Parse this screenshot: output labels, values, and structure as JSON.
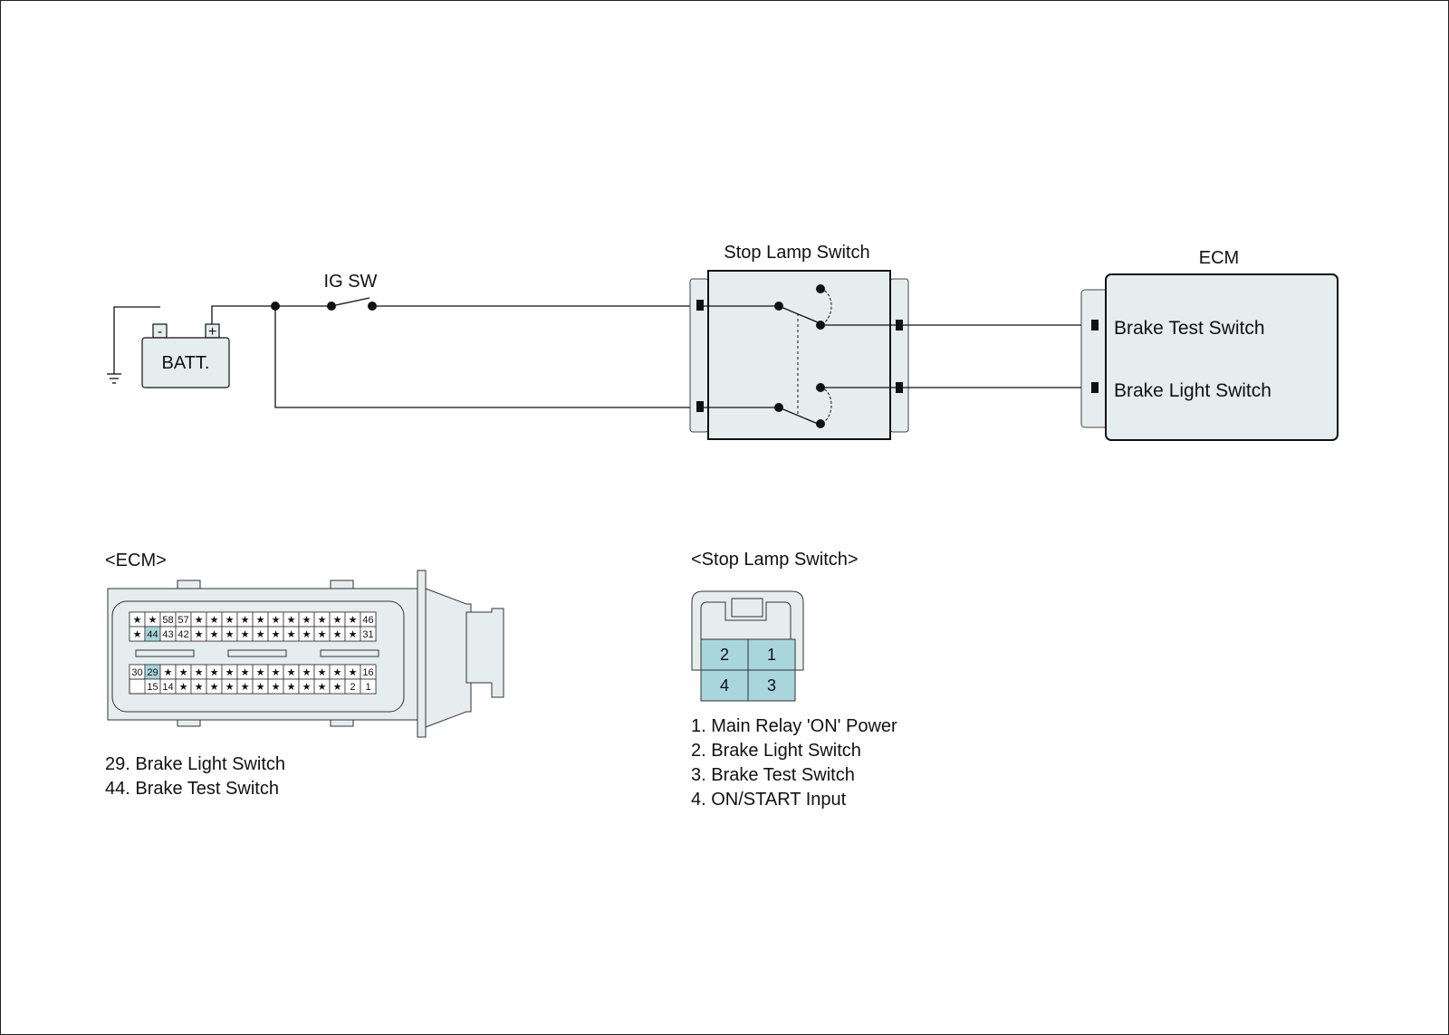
{
  "schematic": {
    "battery": {
      "label": "BATT.",
      "neg": "-",
      "pos": "+"
    },
    "ig_switch": {
      "label": "IG SW"
    },
    "stop_lamp_switch": {
      "title": "Stop Lamp Switch"
    },
    "ecm": {
      "title": "ECM",
      "input_1": "Brake Test Switch",
      "input_2": "Brake Light Switch"
    }
  },
  "ecm_connector": {
    "title": "<ECM>",
    "row1": [
      "★",
      "★",
      "58",
      "57",
      "★",
      "★",
      "★",
      "★",
      "★",
      "★",
      "★",
      "★",
      "★",
      "★",
      "★",
      "46"
    ],
    "row2": [
      "★",
      "44",
      "43",
      "42",
      "★",
      "★",
      "★",
      "★",
      "★",
      "★",
      "★",
      "★",
      "★",
      "★",
      "★",
      "31"
    ],
    "row3": [
      "30",
      "29",
      "★",
      "★",
      "★",
      "★",
      "★",
      "★",
      "★",
      "★",
      "★",
      "★",
      "★",
      "★",
      "★",
      "16"
    ],
    "row4": [
      "15",
      "14",
      "★",
      "★",
      "★",
      "★",
      "★",
      "★",
      "★",
      "★",
      "★",
      "★",
      "★",
      "2",
      "1"
    ],
    "highlighted": [
      "44",
      "29"
    ],
    "highlight_color": "#a9d5dc",
    "legend": [
      "29. Brake Light Switch",
      "44. Brake Test Switch"
    ]
  },
  "stop_lamp_connector": {
    "title": "<Stop Lamp Switch>",
    "pins": [
      "2",
      "1",
      "4",
      "3"
    ],
    "pin_color": "#a9d5dc",
    "legend": [
      "1. Main Relay 'ON' Power",
      "2. Brake Light Switch",
      "3. Brake Test Switch",
      "4. ON/START Input"
    ]
  },
  "colors": {
    "component_fill": "#e6eded",
    "line": "#111111"
  }
}
